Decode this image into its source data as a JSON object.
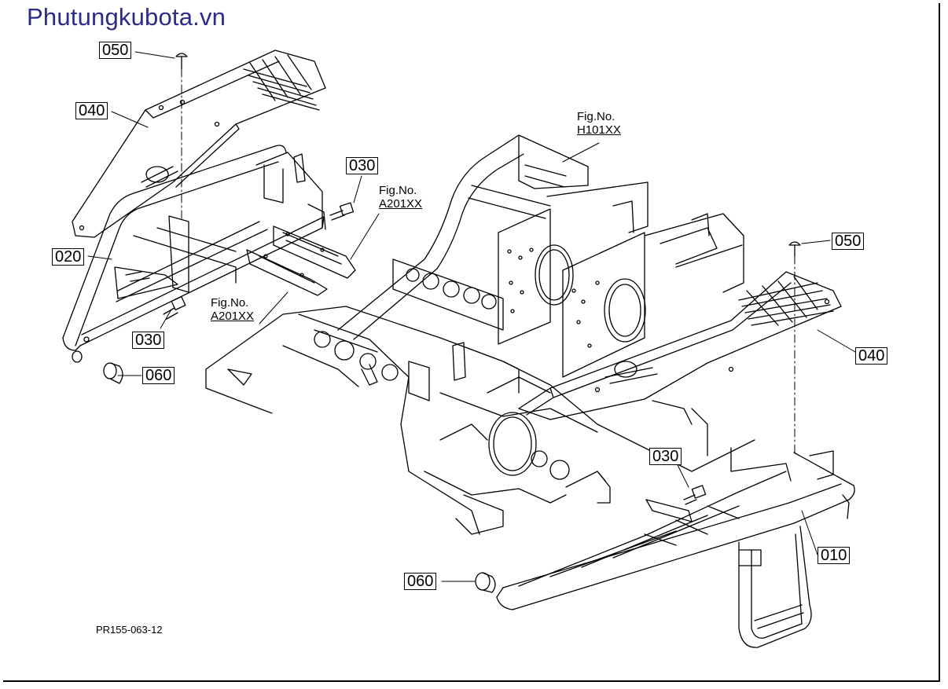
{
  "watermark": "Phutungkubota.vn",
  "drawing_code": "PR155-063-12",
  "fig_refs": {
    "h101": {
      "title": "Fig.No.",
      "number": "H101XX"
    },
    "a201_top": {
      "title": "Fig.No.",
      "number": "A201XX"
    },
    "a201_left": {
      "title": "Fig.No.",
      "number": "A201XX"
    }
  },
  "callouts": {
    "c050_left": "050",
    "c040_left": "040",
    "c020": "020",
    "c030_top": "030",
    "c030_left": "030",
    "c060_left": "060",
    "c050_right": "050",
    "c040_right": "040",
    "c030_right": "030",
    "c010": "010",
    "c060_bottom": "060"
  }
}
